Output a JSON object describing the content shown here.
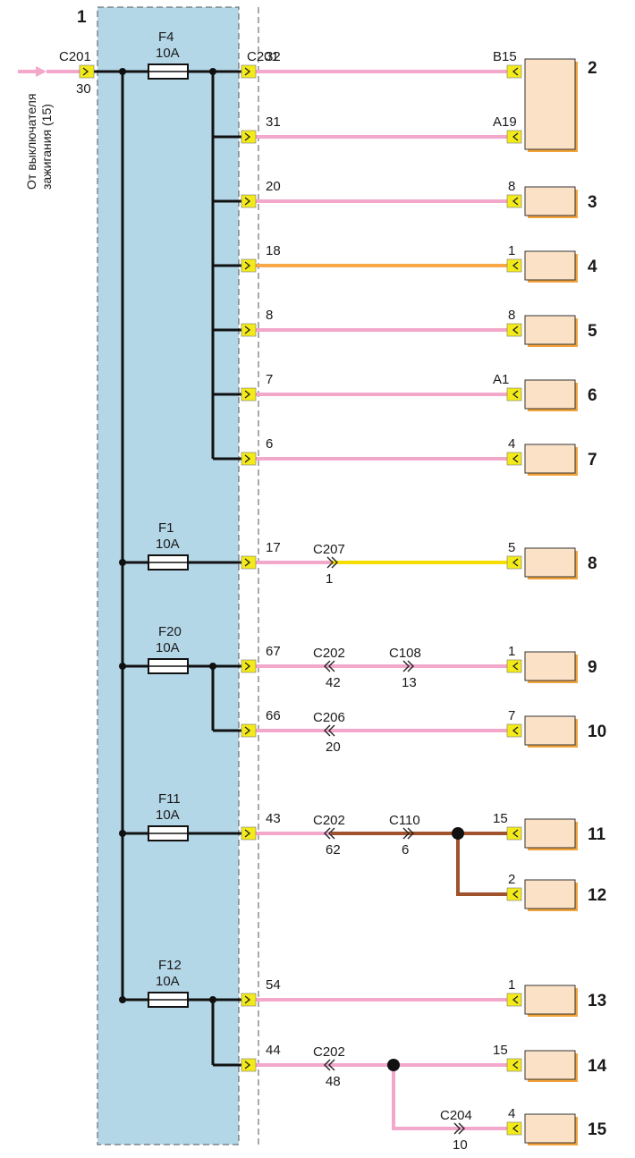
{
  "block_label": "1",
  "input": {
    "line1": "От выключателя",
    "line2": "зажигания (15)",
    "conn_name": "C201",
    "conn_pin": "30"
  },
  "colors": {
    "panel": "#b4d7e8",
    "pink": "#f2a7cb",
    "orange": "#f9a848",
    "yellow": "#f6df00",
    "brown": "#a0522d",
    "component": "#fbe2c7",
    "component_shadow": "#f2a33a",
    "terminal": "#f3ea1a",
    "bus": "#111111"
  },
  "fuses": [
    {
      "name": "F4",
      "rating": "10A"
    },
    {
      "name": "F1",
      "rating": "10A"
    },
    {
      "name": "F20",
      "rating": "10A"
    },
    {
      "name": "F11",
      "rating": "10A"
    },
    {
      "name": "F12",
      "rating": "10A"
    }
  ],
  "out_connector": "C201",
  "circuits": [
    {
      "pin": "32",
      "color": "pink",
      "comp_pin": "B15",
      "comp": "2"
    },
    {
      "pin": "31",
      "color": "pink",
      "comp_pin": "A19",
      "comp": ""
    },
    {
      "pin": "20",
      "color": "pink",
      "comp_pin": "8",
      "comp": "3"
    },
    {
      "pin": "18",
      "color": "orange",
      "comp_pin": "1",
      "comp": "4"
    },
    {
      "pin": "8",
      "color": "pink",
      "comp_pin": "8",
      "comp": "5"
    },
    {
      "pin": "7",
      "color": "pink",
      "comp_pin": "A1",
      "comp": "6"
    },
    {
      "pin": "6",
      "color": "pink",
      "comp_pin": "4",
      "comp": "7"
    },
    {
      "pin": "17",
      "color": "pink",
      "comp_pin": "5",
      "comp": "8",
      "inline": [
        {
          "name": "C207",
          "pin": "1"
        }
      ]
    },
    {
      "pin": "67",
      "color": "pink",
      "comp_pin": "1",
      "comp": "9",
      "inline": [
        {
          "name": "C202",
          "pin": "42"
        },
        {
          "name": "C108",
          "pin": "13"
        }
      ]
    },
    {
      "pin": "66",
      "color": "pink",
      "comp_pin": "7",
      "comp": "10",
      "inline": [
        {
          "name": "C206",
          "pin": "20"
        }
      ]
    },
    {
      "pin": "43",
      "color": "pink",
      "comp_pin": "15",
      "comp": "11",
      "inline": [
        {
          "name": "C202",
          "pin": "62"
        },
        {
          "name": "C110",
          "pin": "6"
        }
      ]
    },
    {
      "pin": "",
      "color": "brown",
      "comp_pin": "2",
      "comp": "12"
    },
    {
      "pin": "54",
      "color": "pink",
      "comp_pin": "1",
      "comp": "13"
    },
    {
      "pin": "44",
      "color": "pink",
      "comp_pin": "15",
      "comp": "14",
      "inline": [
        {
          "name": "C202",
          "pin": "48"
        }
      ]
    },
    {
      "pin": "",
      "color": "pink",
      "comp_pin": "4",
      "comp": "15",
      "inline": [
        {
          "name": "C204",
          "pin": "10"
        }
      ]
    }
  ]
}
